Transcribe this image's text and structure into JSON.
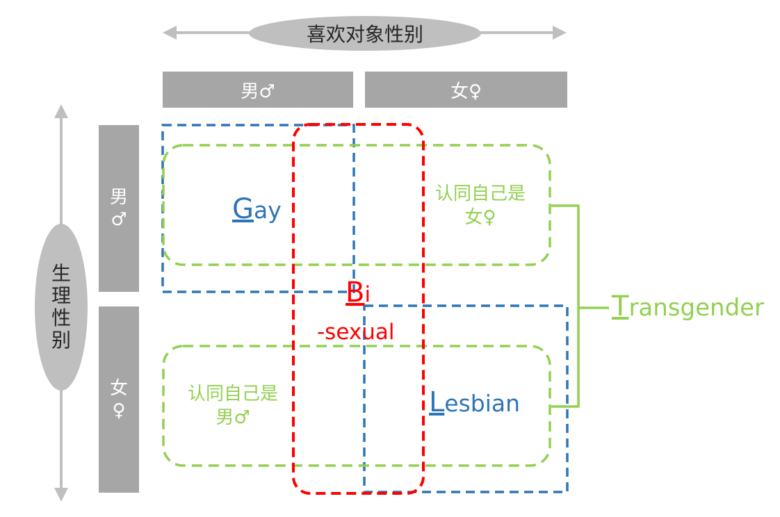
{
  "axes": {
    "horizontal_label": "喜欢对象性别",
    "vertical_label": [
      "生",
      "理",
      "性",
      "别"
    ]
  },
  "column_headers": [
    {
      "label": "男♂"
    },
    {
      "label": "女♀"
    }
  ],
  "row_headers": [
    {
      "char": "男",
      "symbol": "♂"
    },
    {
      "char": "女",
      "symbol": "♀"
    }
  ],
  "groups": {
    "gay": {
      "initial": "G",
      "rest": "ay"
    },
    "lesbian": {
      "initial": "L",
      "rest": "esbian"
    },
    "bi": {
      "initial": "B",
      "rest": "i",
      "line2": "-sexual"
    },
    "trans": {
      "initial": "T",
      "rest": "ransgender"
    },
    "trans_male_to_female": {
      "line1": "认同自己是",
      "line2": "女♀"
    },
    "trans_female_to_male": {
      "line1": "认同自己是",
      "line2": "男♂"
    }
  },
  "colors": {
    "gay_lesbian": "#2e75b6",
    "bi": "#ff0000",
    "trans": "#92d050",
    "header_fill": "#a6a6a6",
    "axis": "#bfbfbf"
  }
}
